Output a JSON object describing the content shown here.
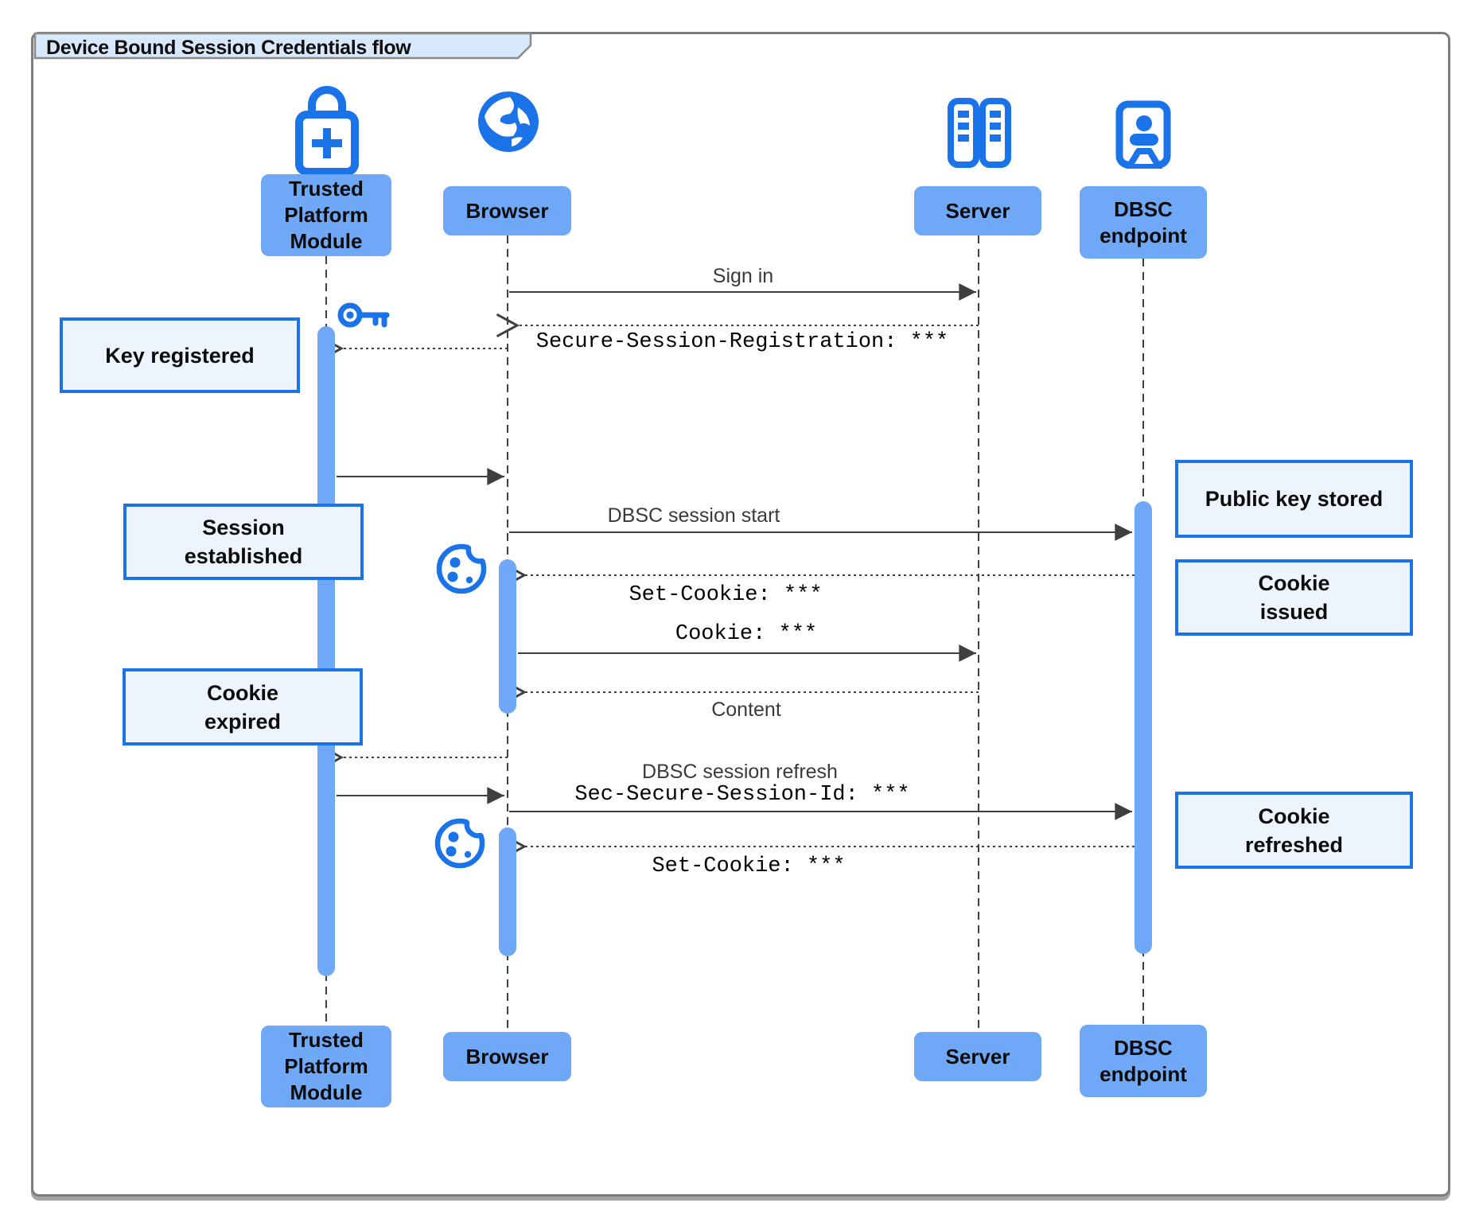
{
  "title": "Device Bound Session Credentials flow",
  "colors": {
    "icon_blue": "#1a73e8",
    "participant_fill": "#6fa8f7",
    "note_fill": "#edf4fd",
    "note_border": "#1a73e8",
    "title_tab_fill": "#d8e8fc",
    "line_color": "#3f3f3f"
  },
  "participants": [
    {
      "name": "Trusted\nPlatform\nModule",
      "icon": "lock-plus-icon"
    },
    {
      "name": "Browser",
      "icon": "globe-icon"
    },
    {
      "name": "Server",
      "icon": "server-rack-icon"
    },
    {
      "name": "DBSC\nendpoint",
      "icon": "person-badge-icon"
    }
  ],
  "messages": {
    "sign_in": "Sign in",
    "secure_session_registration": "Secure-Session-Registration: ***",
    "dbsc_session_start": "DBSC session start",
    "set_cookie_1": "Set-Cookie: ***",
    "cookie": "Cookie: ***",
    "content": "Content",
    "dbsc_session_refresh": "DBSC session refresh",
    "sec_secure_session_id": "Sec-Secure-Session-Id: ***",
    "set_cookie_2": "Set-Cookie: ***"
  },
  "notes": {
    "key_registered": "Key registered",
    "session_established": "Session\nestablished",
    "cookie_expired": "Cookie\nexpired",
    "public_key_stored": "Public key stored",
    "cookie_issued": "Cookie\nissued",
    "cookie_refreshed": "Cookie\nrefreshed"
  }
}
